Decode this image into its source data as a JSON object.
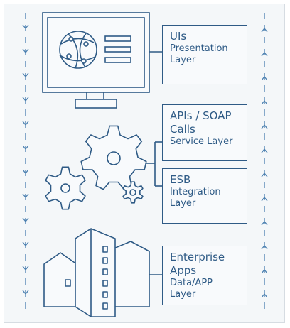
{
  "layers": {
    "ui": {
      "title": "UIs",
      "subtitle": "Presentation Layer"
    },
    "api": {
      "title": "APIs / SOAP Calls",
      "subtitle": "Service Layer"
    },
    "esb": {
      "title": "ESB",
      "subtitle": "Integration Layer"
    },
    "apps": {
      "title": "Enterprise Apps",
      "subtitle": "Data/APP Layer"
    }
  },
  "colors": {
    "stroke": "#2f5b86",
    "arrow": "#4a7fb0",
    "background": "#f4f7f9"
  },
  "icons": [
    "monitor-icon",
    "globe-icon",
    "gear-icon",
    "buildings-icon",
    "down-arrow-icon",
    "up-arrow-icon"
  ]
}
